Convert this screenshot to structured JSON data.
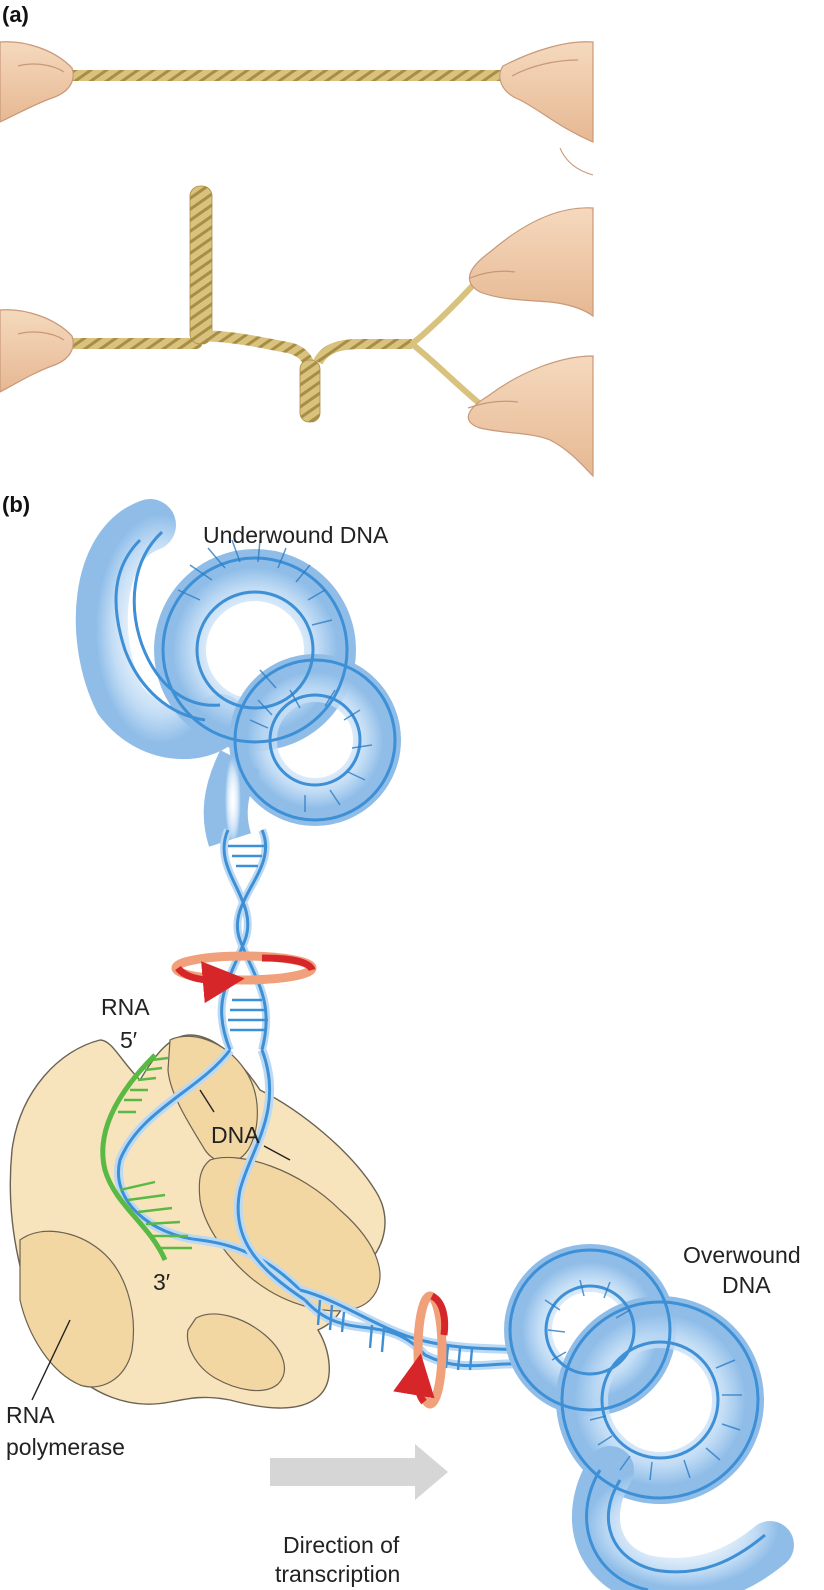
{
  "panels": {
    "a": "(a)",
    "b": "(b)"
  },
  "labels": {
    "underwound_dna": "Underwound DNA",
    "rna": "RNA",
    "five_prime": "5′",
    "three_prime": "3′",
    "dna": "DNA",
    "overwound_line1": "Overwound",
    "overwound_line2": "DNA",
    "polymerase_line1": "RNA",
    "polymerase_line2": "polymerase",
    "direction_line1": "Direction of",
    "direction_line2": "transcription"
  },
  "colors": {
    "rope": "#d9c27e",
    "rope_dark": "#a88d45",
    "skin": "#f2cfae",
    "skin_shade": "#dcae8a",
    "dna_strand": "#3d8fd6",
    "dna_tube": "#bcd9f4",
    "rna": "#5ab945",
    "polymerase": "#f8e4bc",
    "polymerase_outline": "#6b6253",
    "twist_arrow": "#d7262a",
    "twist_ring": "#f0a07a",
    "direction_arrow": "#d6d6d6"
  }
}
